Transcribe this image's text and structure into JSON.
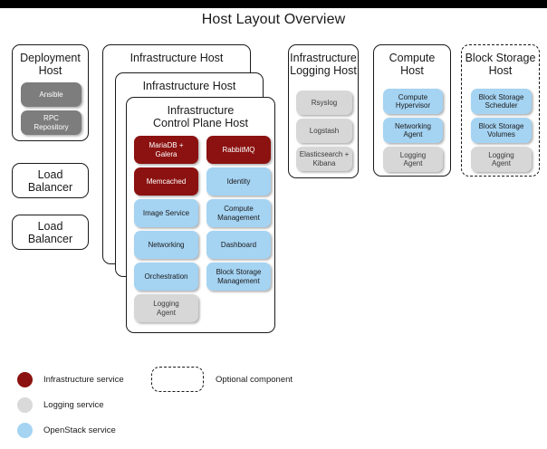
{
  "title": "Host Layout Overview",
  "colors": {
    "infrastructure_service": "#8b1210",
    "logging_service": "#d7d7d7",
    "openstack_service": "#a5d3f2",
    "deployment_component": "#7d7d7d",
    "border": "#1a1a1a",
    "background": "#ffffff"
  },
  "hosts": {
    "deployment": {
      "title": "Deployment\nHost",
      "services": [
        {
          "label": "Ansible",
          "kind": "gray"
        },
        {
          "label": "RPC\nRepository",
          "kind": "gray"
        }
      ]
    },
    "load_balancer_1": {
      "title": "Load\nBalancer",
      "services": []
    },
    "load_balancer_2": {
      "title": "Load\nBalancer",
      "services": []
    },
    "infrastructure_host_outer": {
      "title": "Infrastructure Host",
      "services": []
    },
    "infrastructure_host_middle": {
      "title": "Infrastructure Host",
      "services": []
    },
    "infrastructure_control_plane": {
      "title": "Infrastructure\nControl Plane Host",
      "services": [
        {
          "label": "MariaDB +\nGalera",
          "kind": "infra"
        },
        {
          "label": "RabbitMQ",
          "kind": "infra"
        },
        {
          "label": "Memcached",
          "kind": "infra"
        },
        {
          "label": "Identity",
          "kind": "os"
        },
        {
          "label": "Image Service",
          "kind": "os"
        },
        {
          "label": "Compute\nManagement",
          "kind": "os"
        },
        {
          "label": "Networking",
          "kind": "os"
        },
        {
          "label": "Dashboard",
          "kind": "os"
        },
        {
          "label": "Orchestration",
          "kind": "os"
        },
        {
          "label": "Block Storage\nManagement",
          "kind": "os"
        },
        {
          "label": "Logging\nAgent",
          "kind": "log"
        }
      ]
    },
    "infrastructure_logging": {
      "title": "Infrastructure\nLogging Host",
      "services": [
        {
          "label": "Rsyslog",
          "kind": "log"
        },
        {
          "label": "Logstash",
          "kind": "log"
        },
        {
          "label": "Elasticsearch +\nKibana",
          "kind": "log"
        }
      ]
    },
    "compute": {
      "title": "Compute\nHost",
      "services": [
        {
          "label": "Compute\nHypervisor",
          "kind": "os"
        },
        {
          "label": "Networking\nAgent",
          "kind": "os"
        },
        {
          "label": "Logging\nAgent",
          "kind": "log"
        }
      ]
    },
    "block_storage": {
      "title": "Block Storage\nHost",
      "optional": true,
      "services": [
        {
          "label": "Block Storage\nScheduler",
          "kind": "os"
        },
        {
          "label": "Block Storage\nVolumes",
          "kind": "os"
        },
        {
          "label": "Logging\nAgent",
          "kind": "log"
        }
      ]
    }
  },
  "legend": {
    "items": [
      {
        "label": "Infrastructure service",
        "kind": "infra"
      },
      {
        "label": "Logging service",
        "kind": "log"
      },
      {
        "label": "OpenStack service",
        "kind": "os"
      }
    ],
    "optional": {
      "label": "Optional component"
    }
  }
}
